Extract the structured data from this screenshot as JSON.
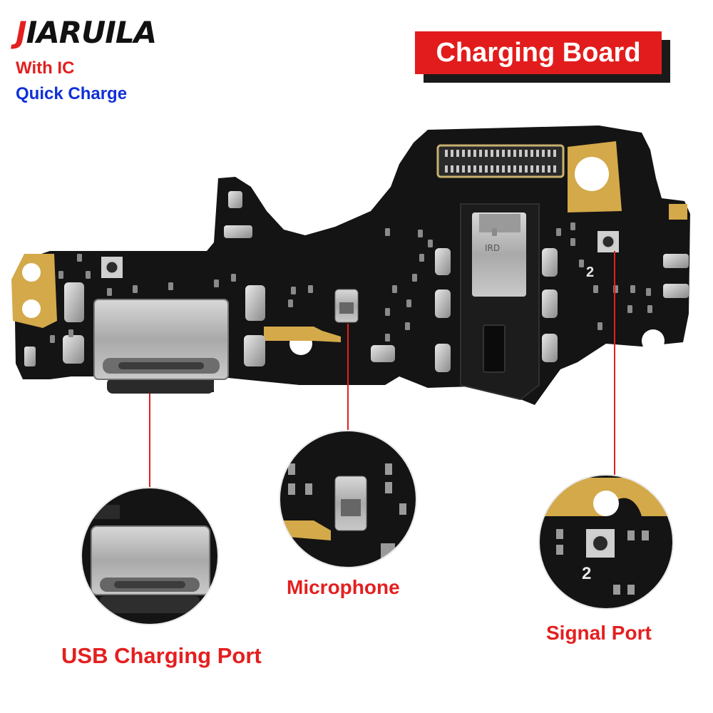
{
  "brand": {
    "name": "JIARUILA",
    "first_letter": "J",
    "rest": "IARUILA"
  },
  "features": {
    "with_ic": "With IC",
    "quick_charge": "Quick Charge"
  },
  "title": "Charging Board",
  "board": {
    "antenna_marker": "2",
    "jack_marker": "IRD"
  },
  "callouts": {
    "usb": {
      "label": "USB Charging Port"
    },
    "mic": {
      "label": "Microphone"
    },
    "signal": {
      "label": "Signal Port",
      "marker": "2"
    }
  },
  "colors": {
    "accent_red": "#e41f1f",
    "accent_blue": "#1030d8",
    "board": "#141414",
    "gold": "#d4a94a",
    "metal": "#b8b8b8"
  }
}
